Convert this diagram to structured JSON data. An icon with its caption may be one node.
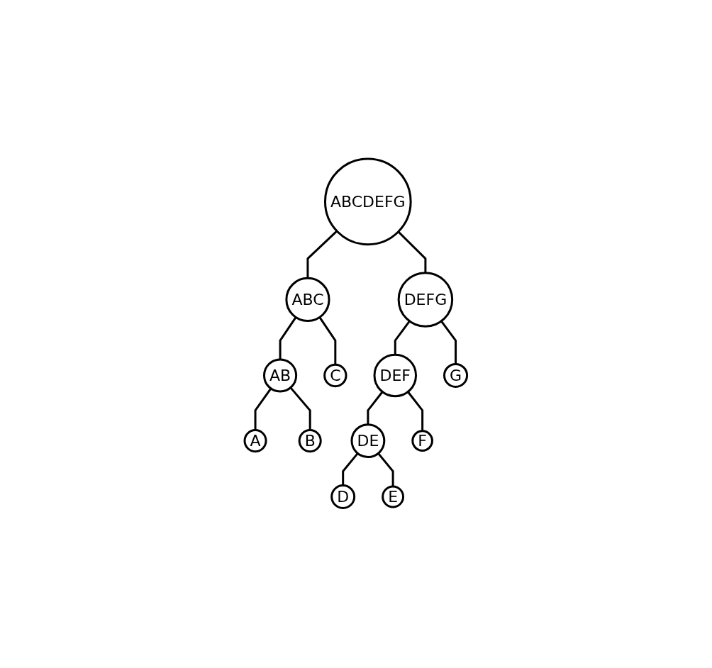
{
  "diagram": {
    "nodes": [
      {
        "text": [
          "ABCDEFG"
        ]
      },
      {
        "text": [
          "ABC"
        ]
      },
      {
        "text": [
          "DEFG"
        ]
      },
      {
        "text": [
          "AB"
        ]
      },
      {
        "text": [
          "C"
        ]
      },
      {
        "text": [
          "DEF"
        ]
      },
      {
        "text": [
          "G"
        ]
      },
      {
        "text": [
          "A"
        ]
      },
      {
        "text": [
          "B"
        ]
      },
      {
        "text": [
          "DE"
        ]
      },
      {
        "text": [
          "F"
        ]
      },
      {
        "text": [
          "D"
        ]
      },
      {
        "text": [
          "E"
        ]
      }
    ],
    "edges": [
      {
        "from": 0,
        "to": 1,
        "arrow": "none"
      },
      {
        "from": 0,
        "to": 2,
        "arrow": "none"
      },
      {
        "from": 1,
        "to": 3,
        "arrow": "none"
      },
      {
        "from": 1,
        "to": 4,
        "arrow": "none"
      },
      {
        "from": 2,
        "to": 5,
        "arrow": "none"
      },
      {
        "from": 2,
        "to": 6,
        "arrow": "none"
      },
      {
        "from": 3,
        "to": 7,
        "arrow": "none"
      },
      {
        "from": 3,
        "to": 8,
        "arrow": "none"
      },
      {
        "from": 5,
        "to": 9,
        "arrow": "none"
      },
      {
        "from": 5,
        "to": 10,
        "arrow": "none"
      },
      {
        "from": 9,
        "to": 11,
        "arrow": "none"
      },
      {
        "from": 9,
        "to": 12,
        "arrow": "none"
      }
    ]
  }
}
